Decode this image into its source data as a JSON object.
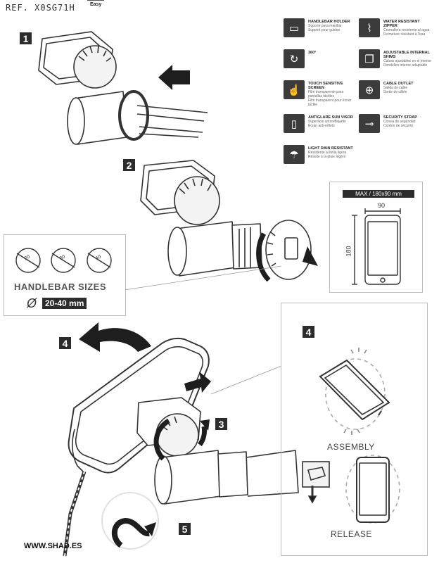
{
  "header": {
    "ref": "REF. X0SG71H",
    "easy": "Easy"
  },
  "steps": [
    "1",
    "2",
    "3",
    "4",
    "5"
  ],
  "features": [
    {
      "icon": "handlebar-icon",
      "title": "HANDLEBAR HOLDER",
      "sub1": "Soporte para manillar",
      "sub2": "Support pour guidon"
    },
    {
      "icon": "zipper-icon",
      "title": "WATER RESISTANT ZIPPER",
      "sub1": "Cremallera resistente al agua",
      "sub2": "Fermeture résistant à l'eau"
    },
    {
      "icon": "rotate-icon",
      "title": "360°",
      "sub1": "",
      "sub2": ""
    },
    {
      "icon": "shims-icon",
      "title": "ADJUSTABLE INTERNAL SHIMS",
      "sub1": "Calzas ajustables en el interior",
      "sub2": "Rondelles interne adaptable"
    },
    {
      "icon": "touch-icon",
      "title": "TOUCH SENSITIVE SCREEN",
      "sub1": "Film transparente para pantallas táctiles",
      "sub2": "Film transparent pour écran tactile"
    },
    {
      "icon": "cable-icon",
      "title": "CABLE OUTLET",
      "sub1": "Salida de cable",
      "sub2": "Sortie de câble"
    },
    {
      "icon": "visor-icon",
      "title": "ANTIGLARE SUN VISOR",
      "sub1": "Superficie antirreflejante",
      "sub2": "Écran anti-reflets"
    },
    {
      "icon": "strap-icon",
      "title": "SECURITY STRAP",
      "sub1": "Correa de seguridad",
      "sub2": "Cordon de sécurité"
    },
    {
      "icon": "rain-icon",
      "title": "LIGHT RAIN RESISTANT",
      "sub1": "Resistente a lluvia ligera",
      "sub2": "Résiste à la pluie légère"
    }
  ],
  "sizes": {
    "title": "HANDLEBAR SIZES",
    "phi": "Ø",
    "range": "20-40 mm",
    "gauges": [
      "20",
      "30",
      "40"
    ]
  },
  "max": {
    "label": "MAX / 180x90 mm",
    "width": "90",
    "height": "180"
  },
  "labels": {
    "assembly": "ASSEMBLY",
    "release": "RELEASE"
  },
  "footer": {
    "website": "WWW.SHAD.ES"
  },
  "colors": {
    "dark": "#2c2c2c",
    "line": "#333333",
    "panel_border": "#bbbbbb"
  }
}
